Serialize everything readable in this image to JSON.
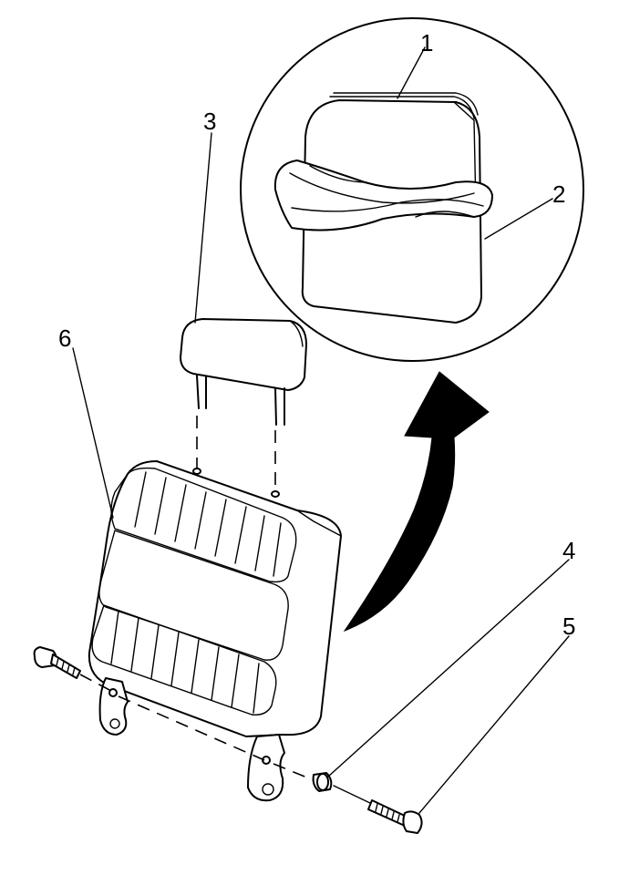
{
  "diagram": {
    "callouts": [
      {
        "id": "callout-1",
        "label": "1"
      },
      {
        "id": "callout-2",
        "label": "2"
      },
      {
        "id": "callout-3",
        "label": "3"
      },
      {
        "id": "callout-4",
        "label": "4"
      },
      {
        "id": "callout-5",
        "label": "5"
      },
      {
        "id": "callout-6",
        "label": "6"
      }
    ],
    "colors": {
      "line": "#000000",
      "background": "#ffffff",
      "arrow": "#000000"
    }
  }
}
